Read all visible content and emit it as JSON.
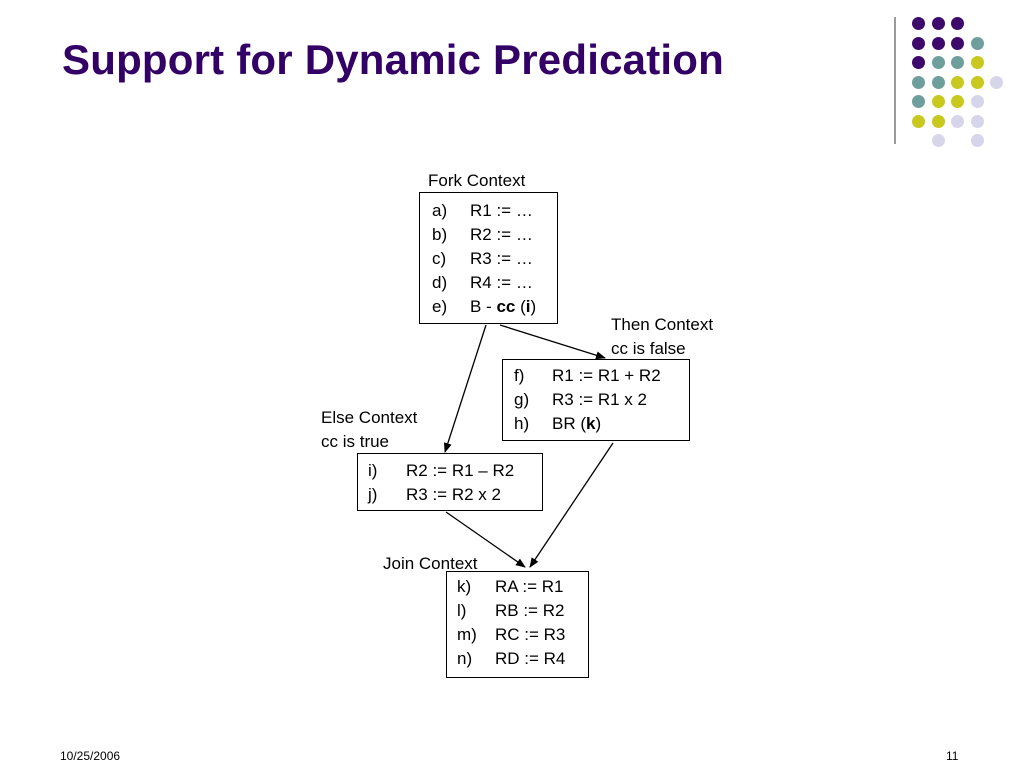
{
  "slide": {
    "title": "Support for Dynamic Predication",
    "date": "10/25/2006",
    "page_number": "11"
  },
  "colors": {
    "title": "#330066",
    "purple": "#3d0a6b",
    "teal": "#6e9f9c",
    "yellow": "#c8c81e",
    "lavender": "#d7d5ea"
  },
  "dots": [
    [
      "purple",
      "purple",
      "purple",
      ""
    ],
    [
      "purple",
      "purple",
      "purple",
      "teal"
    ],
    [
      "purple",
      "teal",
      "teal",
      "yellow"
    ],
    [
      "teal",
      "teal",
      "yellow",
      "yellow",
      "lavender"
    ],
    [
      "teal",
      "yellow",
      "yellow",
      "lavender"
    ],
    [
      "yellow",
      "yellow",
      "lavender",
      "lavender"
    ],
    [
      "",
      "lavender",
      "",
      "lavender"
    ]
  ],
  "diagram": {
    "fork": {
      "label": "Fork Context",
      "lines": [
        {
          "mark": "a)",
          "text": "R1 := …"
        },
        {
          "mark": "b)",
          "text": "R2 := …"
        },
        {
          "mark": "c)",
          "text": "R3 := …"
        },
        {
          "mark": "d)",
          "text": "R4 := …"
        },
        {
          "mark": "e)",
          "pre": "B - ",
          "bold1": "cc",
          "mid": " (",
          "bold2": "i",
          "post": ")"
        }
      ]
    },
    "then": {
      "label_line1": "Then Context",
      "label_line2": "cc is false",
      "lines": [
        {
          "mark": "f)",
          "text": "R1 := R1 + R2"
        },
        {
          "mark": "g)",
          "text": "R3 := R1 x 2"
        },
        {
          "mark": "h)",
          "pre": "BR (",
          "bold": "k",
          "post": ")"
        }
      ]
    },
    "else": {
      "label_line1": "Else Context",
      "label_line2": "cc is true",
      "lines": [
        {
          "mark": "i)",
          "text": "R2 := R1 – R2"
        },
        {
          "mark": "j)",
          "text": "R3 := R2 x 2"
        }
      ]
    },
    "join": {
      "label": "Join Context",
      "lines": [
        {
          "mark": "k)",
          "text": "RA := R1"
        },
        {
          "mark": "l)",
          "text": "RB := R2"
        },
        {
          "mark": "m)",
          "text": "RC := R3"
        },
        {
          "mark": "n)",
          "text": "RD := R4"
        }
      ]
    }
  }
}
